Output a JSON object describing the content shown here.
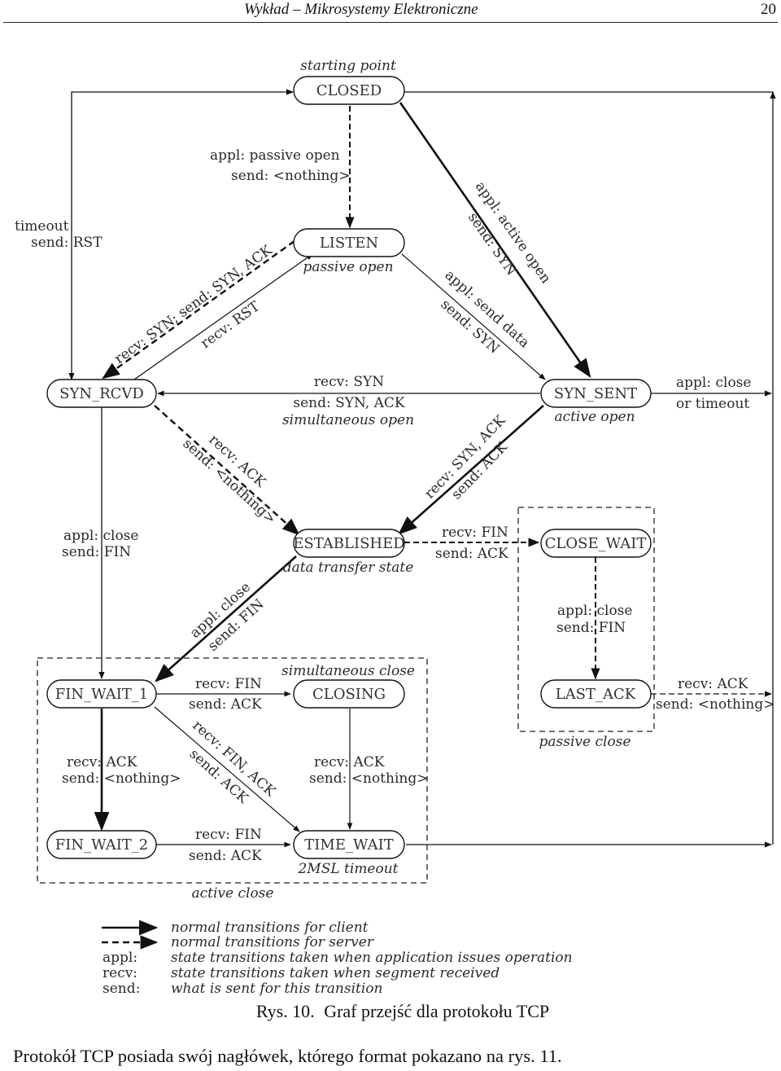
{
  "header": {
    "title": "Wykład – Mikrosystemy Elektroniczne",
    "page": "20"
  },
  "states": {
    "closed": "CLOSED",
    "listen": "LISTEN",
    "syn_rcvd": "SYN_RCVD",
    "syn_sent": "SYN_SENT",
    "established": "ESTABLISHED",
    "close_wait": "CLOSE_WAIT",
    "last_ack": "LAST_ACK",
    "fin_wait_1": "FIN_WAIT_1",
    "closing": "CLOSING",
    "fin_wait_2": "FIN_WAIT_2",
    "time_wait": "TIME_WAIT"
  },
  "state_notes": {
    "starting_point": "starting point",
    "passive_open": "passive open",
    "active_open": "active open",
    "data_transfer": "data transfer state",
    "simultaneous_close": "simultaneous close",
    "two_msl": "2MSL timeout",
    "passive_close": "passive close",
    "active_close": "active close",
    "simultaneous_open": "simultaneous open"
  },
  "transitions": {
    "closed_listen_appl": "appl:",
    "closed_listen_appl_op": "passive open",
    "closed_listen_send": "send: <nothing>",
    "timeout_1": "timeout",
    "timeout_2": "send: RST",
    "synrcvd_syn_ack": "recv: SYN; send: SYN, ACK",
    "synrcvd_rst": "recv: RST",
    "active_open_appl": "appl:",
    "active_open_op": "active open",
    "active_open_send": "send: SYN",
    "send_data_appl": "appl:",
    "send_data_op": "send data",
    "send_data_send": "send: SYN",
    "sim_open_recv": "recv: SYN",
    "sim_open_send": "send: SYN, ACK",
    "close_timeout_appl": "appl:",
    "close_timeout_op": "close",
    "close_timeout_2": "or timeout",
    "synrcvd_est_recv": "recv: ACK",
    "synrcvd_est_send": "send: <nothing>",
    "synsent_est_recv": "recv: SYN, ACK",
    "synsent_est_send": "send: ACK",
    "synrcvd_fin_appl": "appl:",
    "synrcvd_fin_op": "close",
    "synrcvd_fin_send": "send:",
    "synrcvd_fin_send_val": "FIN",
    "est_cw_recv": "recv: FIN",
    "est_cw_send": "send: ACK",
    "est_fw1_appl": "appl:",
    "est_fw1_op": "close",
    "est_fw1_send": "send: FIN",
    "cw_la_appl": "appl:",
    "cw_la_op": "close",
    "cw_la_send": "send:",
    "cw_la_send_val": "FIN",
    "la_closed_recv": "recv: ACK",
    "la_closed_send": "send: <nothing>",
    "fw1_closing_recv": "recv: FIN",
    "fw1_closing_send": "send: ACK",
    "fw1_tw_recv": "recv: FIN, ACK",
    "fw1_tw_send": "send: ACK",
    "fw1_fw2_recv": "recv:",
    "fw1_fw2_recv_val": "ACK",
    "fw1_fw2_send": "send:",
    "fw1_fw2_send_val": "<nothing>",
    "closing_tw_recv": "recv:",
    "closing_tw_recv_val": "ACK",
    "closing_tw_send": "send:",
    "closing_tw_send_val": "<nothing>",
    "fw2_tw_recv": "recv: FIN",
    "fw2_tw_send": "send: ACK"
  },
  "legend": {
    "client": "normal transitions for client",
    "server": "normal transitions for server",
    "appl_key": "appl:",
    "appl_desc": "state transitions taken when application issues operation",
    "recv_key": "recv:",
    "recv_desc": "state transitions taken when segment received",
    "send_key": "send:",
    "send_desc": "what is sent for this transition"
  },
  "caption": {
    "label": "Rys. 10.",
    "text": "Graf przejść dla protokołu TCP"
  },
  "body_text": "Protokół TCP posiada swój nagłówek, którego format pokazano na rys. 11."
}
